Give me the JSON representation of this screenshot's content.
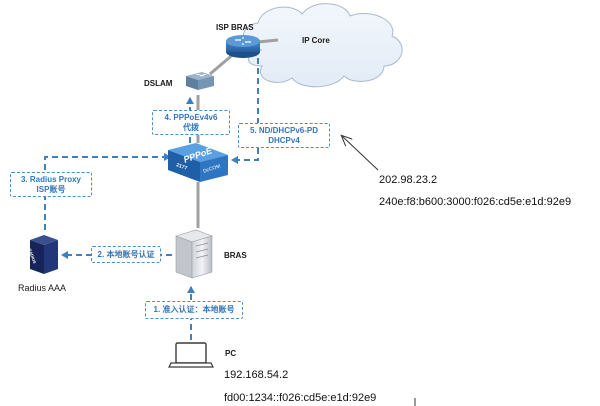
{
  "nodes": {
    "isp_bras": "ISP BRAS",
    "ip_core": "IP Core",
    "dslam": "DSLAM",
    "bras": "BRAS",
    "radius_aaa": "Radius AAA",
    "pc": "PC",
    "radius_box_text": "RADIUS",
    "pppoe_text": "PPPoE",
    "pppoe_sub1": "2177",
    "pppoe_sub2": "DcCOM"
  },
  "steps": {
    "step1": "1. 准入认证：本地账号",
    "step2": "2. 本地账号认证",
    "step3_line1": "3. Radius Proxy",
    "step3_line2": "ISP账号",
    "step4_line1": "4. PPPoEv4v6",
    "step4_line2": "代拨",
    "step5_line1": "5. ND/DHCPv6-PD",
    "step5_line2": "DHCPv4"
  },
  "addresses": {
    "public_ipv4": "202.98.23.2",
    "public_ipv6": "240e:f8:b600:3000:f026:cd5e:e1d:92e9",
    "pc_ipv4": "192.168.54.2",
    "pc_ipv6": "fd00:1234::f026:cd5e:e1d:92e9"
  },
  "colors": {
    "dashed_arrow": "#3d7fc1",
    "tag_border": "#4c8ec9",
    "tag_text": "#3377bb",
    "router_blue": "#2f6fb0",
    "cloud_fill": "#e9f0f8",
    "radius_navy": "#17245a"
  }
}
